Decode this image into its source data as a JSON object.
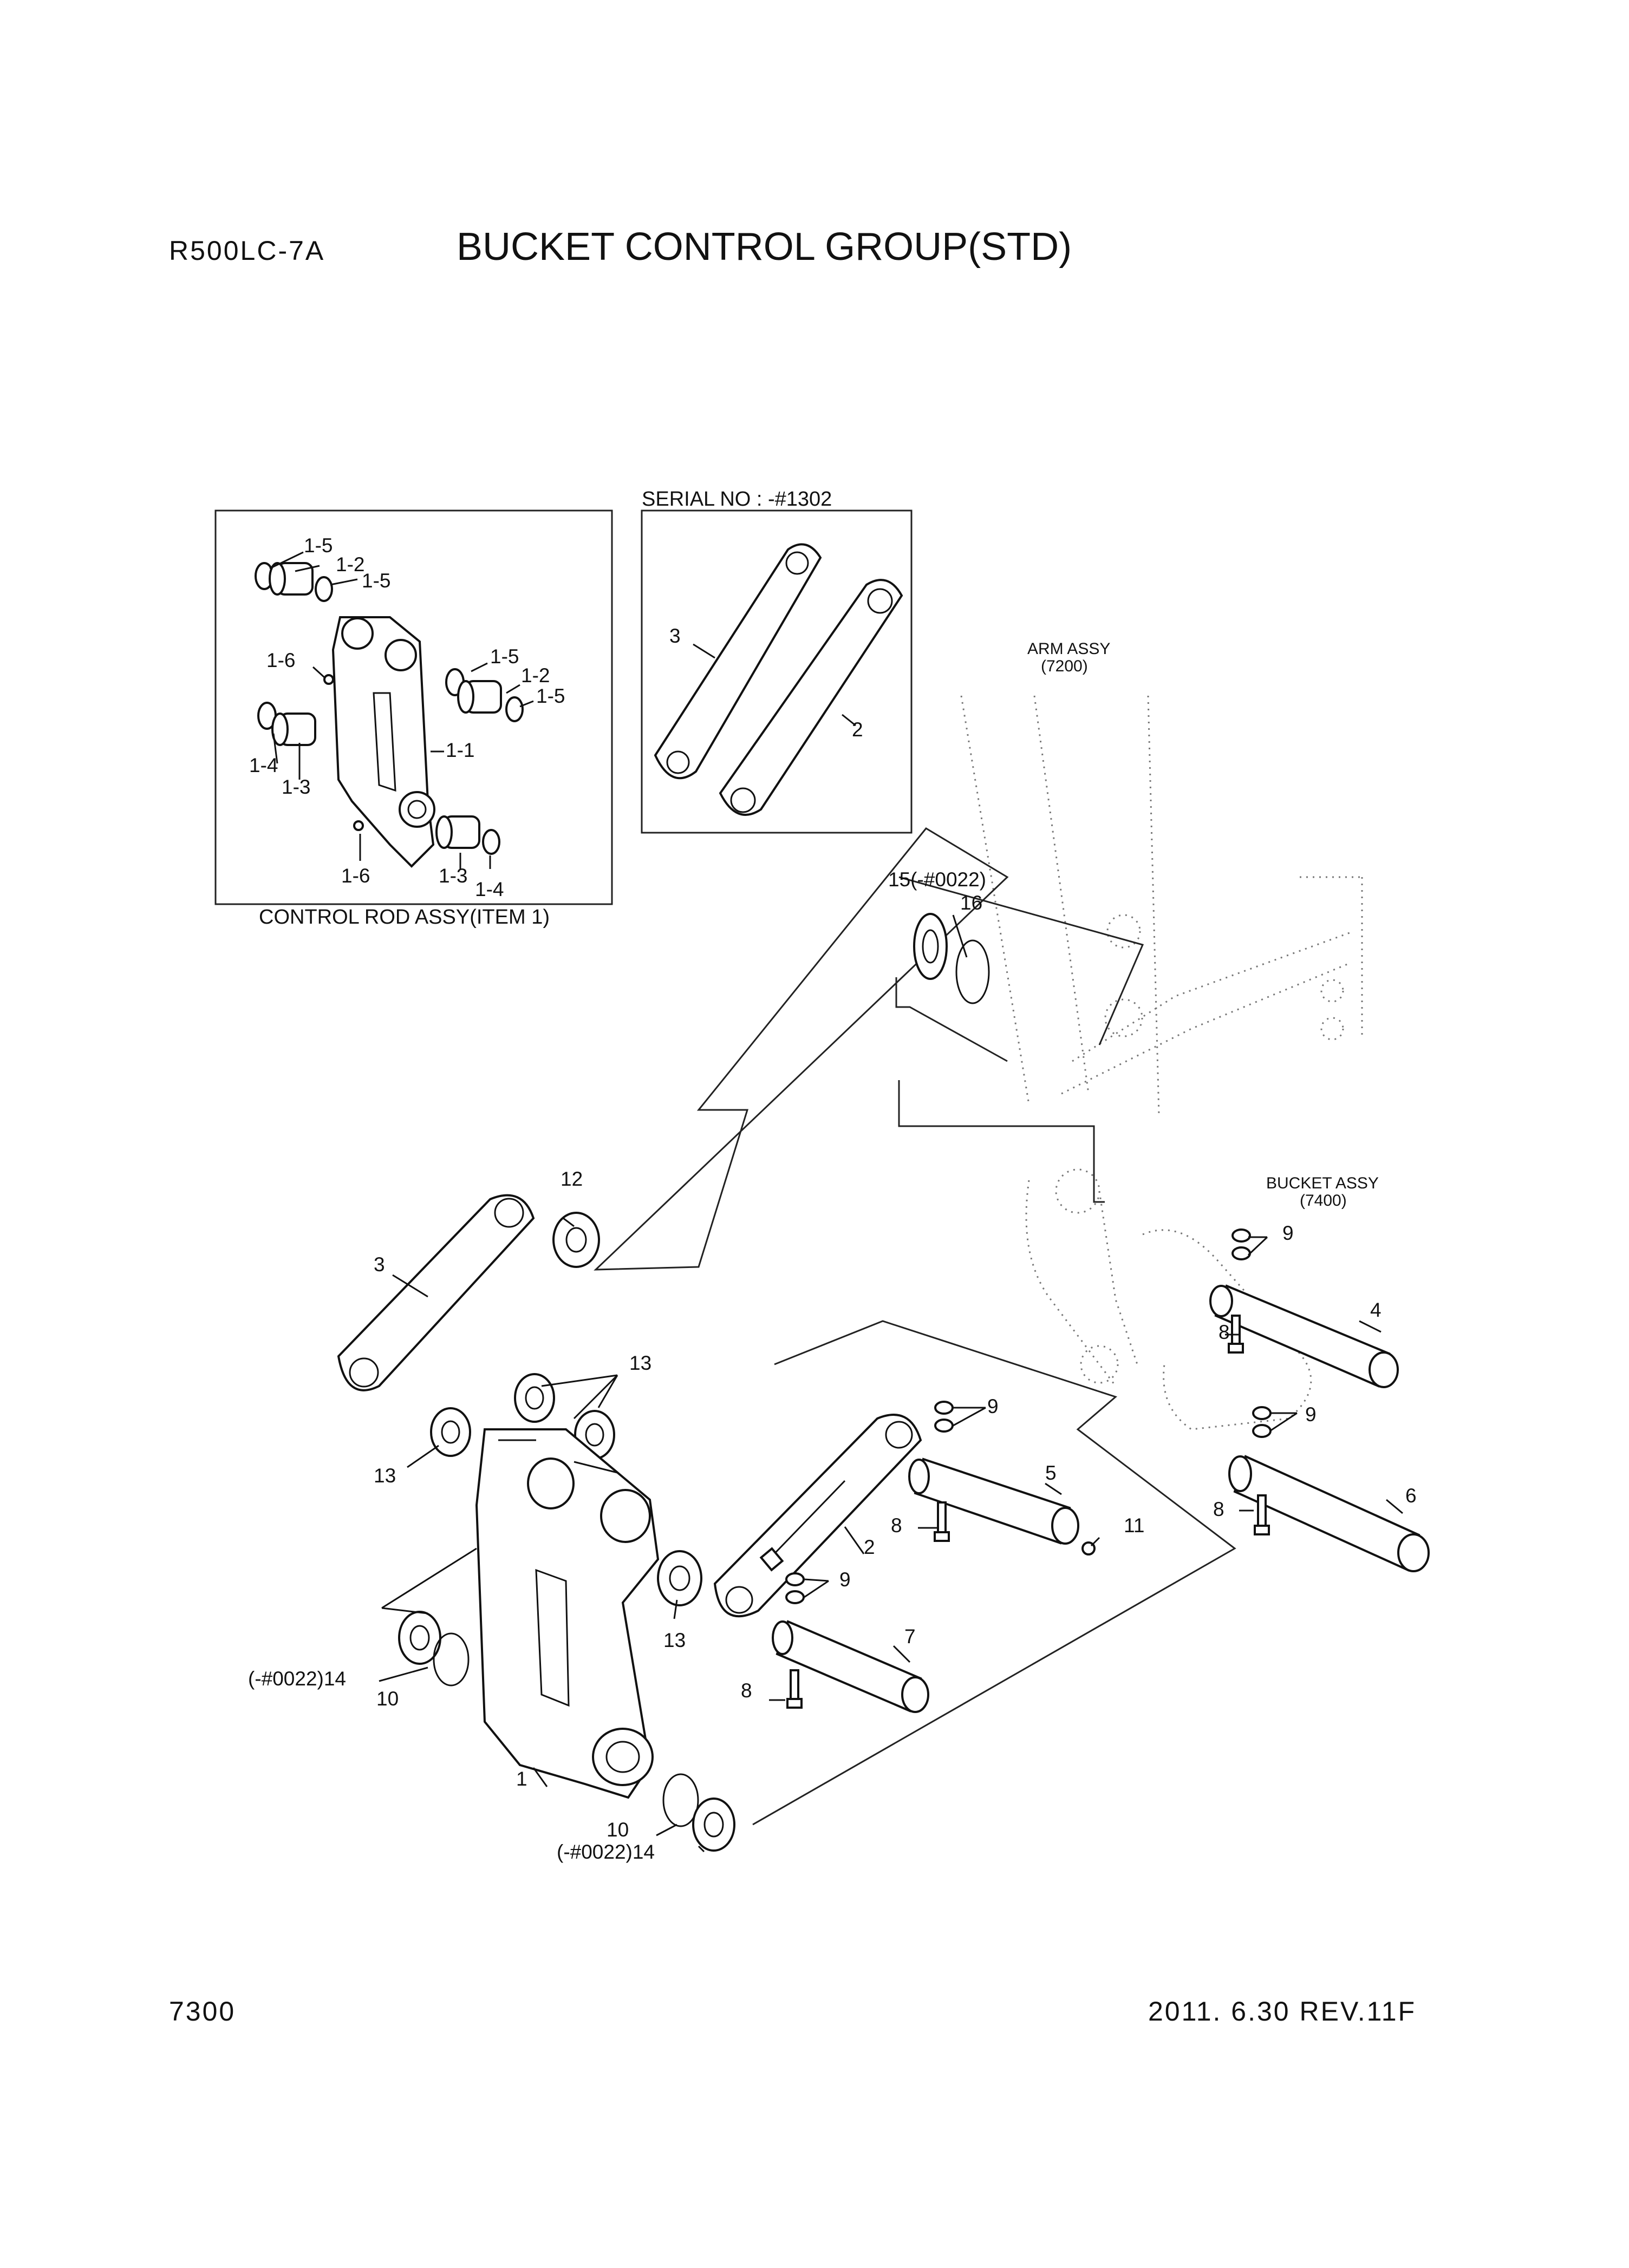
{
  "header": {
    "model": "R500LC-7A",
    "title": "BUCKET CONTROL  GROUP(STD)"
  },
  "footer": {
    "page": "7300",
    "revision": "2011. 6.30  REV.11F"
  },
  "insets": {
    "control_rod_caption": "CONTROL ROD ASSY(ITEM 1)",
    "serial_caption": "SERIAL NO : -#1302"
  },
  "references": {
    "arm_assy": "ARM ASSY",
    "arm_assy_no": "(7200)",
    "bucket_assy": "BUCKET ASSY",
    "bucket_assy_no": "(7400)"
  },
  "callouts": {
    "c1_5a": "1-5",
    "c1_2a": "1-2",
    "c1_5b": "1-5",
    "c1_6a": "1-6",
    "c1_5c": "1-5",
    "c1_2b": "1-2",
    "c1_5d": "1-5",
    "c1_1": "1-1",
    "c1_4a": "1-4",
    "c1_3a": "1-3",
    "c1_6b": "1-6",
    "c1_3b": "1-3",
    "c1_4b": "1-4",
    "s3": "3",
    "s2": "2",
    "c15": "15(-#0022)",
    "c16": "16",
    "c12": "12",
    "c3": "3",
    "c13a": "13",
    "c13b": "13",
    "c13c": "13",
    "c9a": "9",
    "c9b": "9",
    "c9c": "9",
    "c9d": "9",
    "c4": "4",
    "c8a": "8",
    "c8b": "8",
    "c8c": "8",
    "c8d": "8",
    "c5": "5",
    "c6": "6",
    "c11": "11",
    "c2": "2",
    "c7": "7",
    "c14a": "(-#0022)14",
    "c10a": "10",
    "c1": "1",
    "c10b": "10",
    "c14b": "(-#0022)14"
  }
}
